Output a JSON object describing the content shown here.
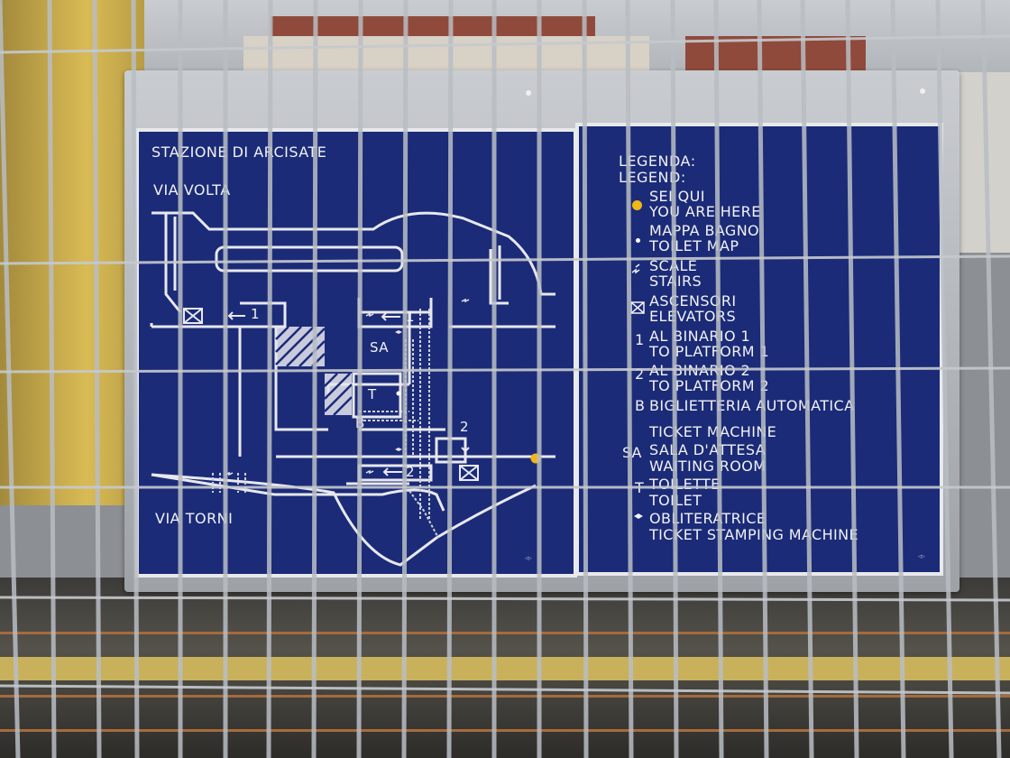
{
  "sign": {
    "map": {
      "title": "STAZIONE DI ARCISATE",
      "street_top": "VIA VOLTA",
      "street_bottom": "VIA TORNI",
      "labels": {
        "arrow1_a": "1",
        "arrow1_b": "1",
        "arrow2": "2",
        "platform2_marker": "2",
        "sa": "SA",
        "t": "T",
        "b": "B"
      }
    },
    "legend": {
      "heading_it": "LEGENDA:",
      "heading_en": "LEGEND:",
      "items": [
        {
          "icon": "you-are-here-dot",
          "color": "#f2b716",
          "it": "SEI QUI",
          "en": "YOU ARE HERE"
        },
        {
          "icon": "toilet-map-dot",
          "it": "MAPPA BAGNO",
          "en": "TOILET MAP"
        },
        {
          "icon": "stairs-icon",
          "it": "SCALE",
          "en": "STAIRS"
        },
        {
          "icon": "elevator-icon",
          "it": "ASCENSORI",
          "en": "ELEVATORS"
        },
        {
          "marker": "1",
          "it": "AL BINARIO 1",
          "en": "TO PLATFORM 1"
        },
        {
          "marker": "2",
          "it": "AL BINARIO 2",
          "en": "TO PLATFORM 2"
        },
        {
          "marker": "B",
          "it": "BIGLIETTERIA AUTOMATICA",
          "en": "TICKET MACHINE"
        },
        {
          "marker": "SA",
          "it": "SALA D'ATTESA",
          "en": "WAITING ROOM"
        },
        {
          "marker": "T",
          "it": "TOILETTE",
          "en": "TOILET"
        },
        {
          "icon": "stamping-icon",
          "it": "OBLITERATRICE",
          "en": "TICKET STAMPING MACHINE"
        }
      ]
    },
    "colors": {
      "panel": "#1b2b78",
      "you_are_here": "#f2b716"
    }
  }
}
